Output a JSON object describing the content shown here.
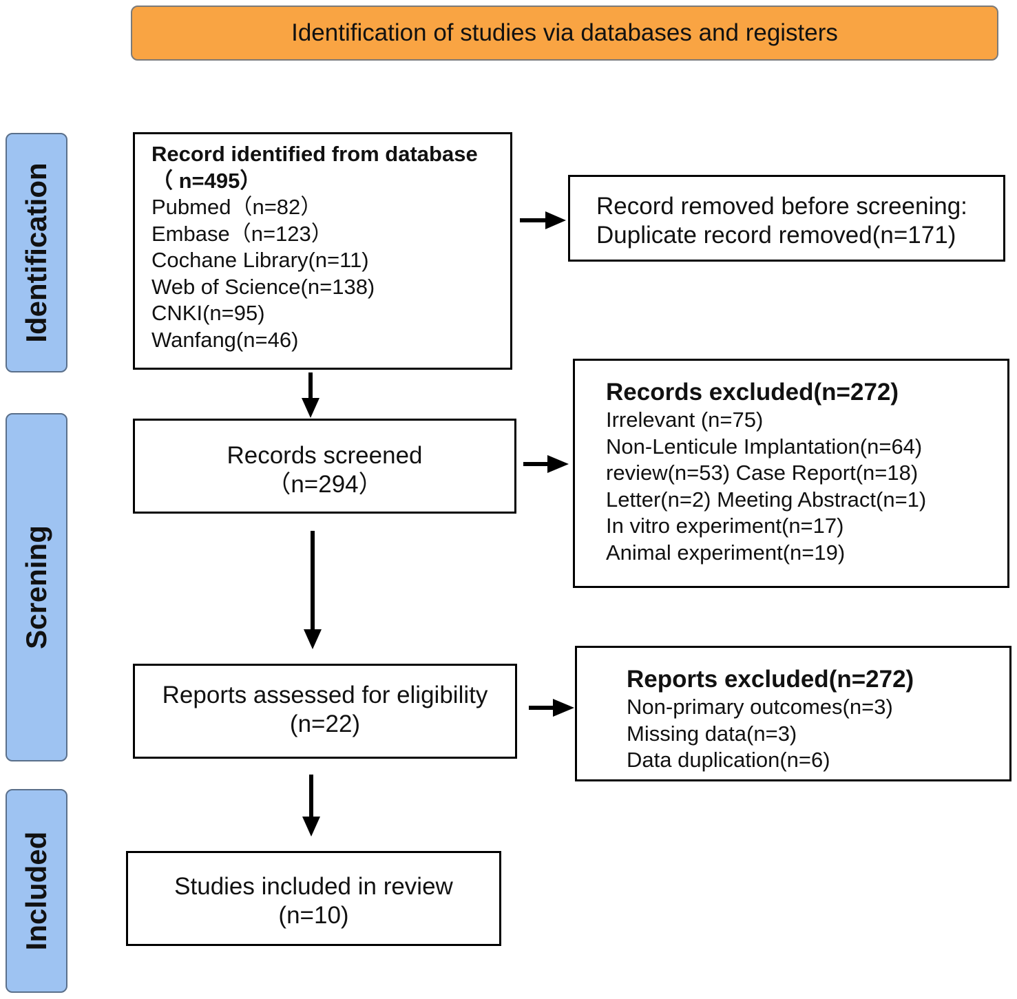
{
  "header": {
    "title": "Identification of studies via databases and registers"
  },
  "phases": {
    "identification": "Identification",
    "screening": "Screning",
    "included": "Included"
  },
  "identified": {
    "title": "Record identified from database",
    "total": "（  n=495）",
    "sources": [
      "Pubmed（n=82）",
      "Embase（n=123）",
      "Cochane Library(n=11)",
      "Web of Science(n=138)",
      "CNKI(n=95)",
      "Wanfang(n=46)"
    ]
  },
  "removed": {
    "line1": "Record removed before screening:",
    "line2": "Duplicate record removed(n=171)"
  },
  "screened": {
    "label": "Records screened",
    "count": "（n=294）"
  },
  "records_excluded": {
    "title": "Records excluded(n=272)",
    "reasons": [
      "Irrelevant (n=75)",
      "Non-Lenticule Implantation(n=64)",
      "review(n=53)  Case Report(n=18)",
      "Letter(n=2) Meeting Abstract(n=1)",
      "In vitro experiment(n=17)",
      "Animal experiment(n=19)"
    ]
  },
  "assessed": {
    "label": "Reports assessed for eligibility",
    "count": "(n=22)"
  },
  "reports_excluded": {
    "title": "Reports excluded(n=272)",
    "reasons": [
      "Non-primary outcomes(n=3)",
      "Missing data(n=3)",
      "Data duplication(n=6)"
    ]
  },
  "included": {
    "label": "Studies included in review",
    "count": "(n=10)"
  }
}
